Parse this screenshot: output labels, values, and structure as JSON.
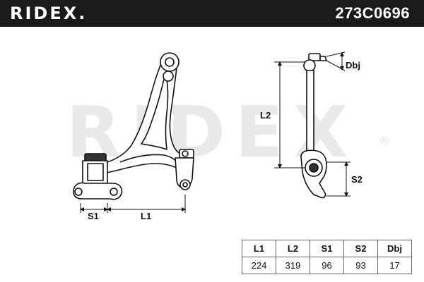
{
  "header": {
    "brand": "RIDEX.",
    "part_number": "273C0696"
  },
  "watermark": {
    "text": "RIDEX",
    "registered_mark": "®"
  },
  "drawing": {
    "labels": {
      "l1": "L1",
      "l2": "L2",
      "s1": "S1",
      "s2": "S2",
      "dbj": "Dbj"
    }
  },
  "table": {
    "headers": [
      "L1",
      "L2",
      "S1",
      "S2",
      "Dbj"
    ],
    "values": [
      "224",
      "319",
      "96",
      "93",
      "17"
    ]
  },
  "colors": {
    "header_bg": "#1a1a1a",
    "header_text": "#ffffff",
    "line": "#111111",
    "watermark": "#e9e9e9"
  }
}
